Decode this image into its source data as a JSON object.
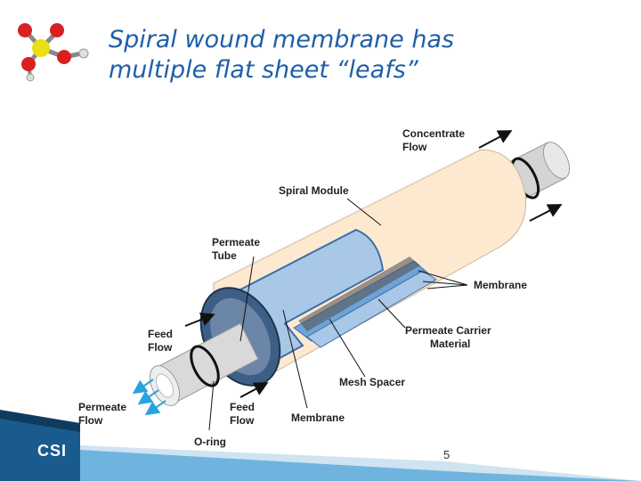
{
  "slide": {
    "title_line1": "Spiral wound membrane has",
    "title_line2": "multiple flat sheet “leafs”",
    "page_number": "5",
    "logo_text": "CSI"
  },
  "diagram": {
    "labels": {
      "concentrate_flow_1": "Concentrate",
      "concentrate_flow_2": "Flow",
      "spiral_module": "Spiral Module",
      "permeate_tube_1": "Permeate",
      "permeate_tube_2": "Tube",
      "membrane_right": "Membrane",
      "permeate_carrier_1": "Permeate Carrier",
      "permeate_carrier_2": "Material",
      "feed_flow_left_1": "Feed",
      "feed_flow_left_2": "Flow",
      "mesh_spacer": "Mesh Spacer",
      "permeate_flow_1": "Permeate",
      "permeate_flow_2": "Flow",
      "feed_flow_bottom_1": "Feed",
      "feed_flow_bottom_2": "Flow",
      "membrane_bottom": "Membrane",
      "o_ring": "O-ring"
    },
    "colors": {
      "module_shell": "#fde9d0",
      "membrane_blue": "#6fa3d8",
      "mesh_blue": "#a9c7e6",
      "tube_gray": "#d9d9d9",
      "arrow_blue": "#29a3dd"
    }
  }
}
